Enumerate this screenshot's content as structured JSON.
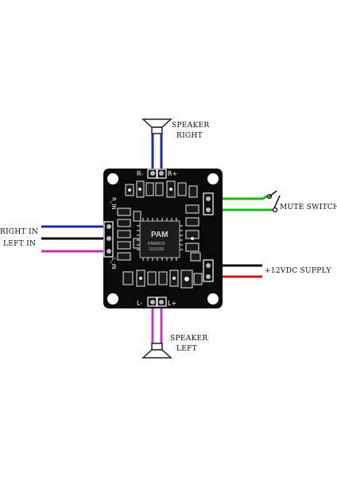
{
  "labels": {
    "speaker_right_line1": "SPEAKER",
    "speaker_right_line2": "RIGHT",
    "speaker_left_line1": "SPEAKER",
    "speaker_left_line2": "LEFT",
    "right_in": "RIGHT IN",
    "left_in": "LEFT IN",
    "mute_switch": "MUTE SWITCH",
    "supply": "+12VDC SUPPLY"
  },
  "board": {
    "r_minus": "R-",
    "r_plus": "R+",
    "l_minus": "L-",
    "l_plus": "L+",
    "r_in": "R_IN",
    "l_in": "L_IN",
    "chip_brand": "PAM",
    "chip_model": "PAM8610",
    "chip_code": "1315150"
  },
  "colors": {
    "board": "#0b0b0b",
    "silkscreen": "#ffffff",
    "wire_blue": "#1e2aa6",
    "wire_purple": "#c23bc7",
    "wire_magenta": "#c62fb8",
    "wire_green": "#16b81a",
    "wire_black": "#111111",
    "wire_red": "#cc1a1a"
  }
}
